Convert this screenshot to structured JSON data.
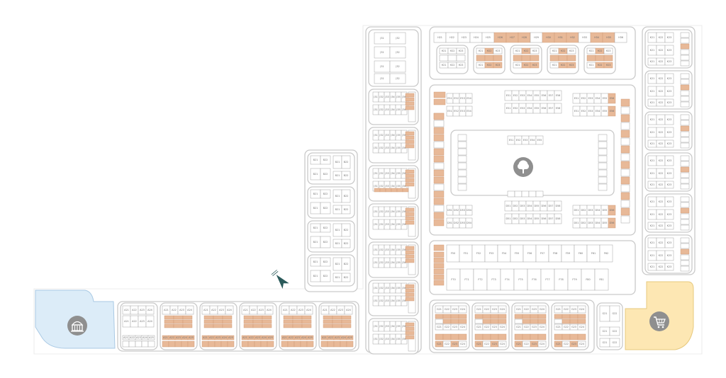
{
  "map": {
    "background": "#ffffff",
    "colors": {
      "block_outline": "#c9c9c9",
      "road_gap": "#f4f4f4",
      "lot_fill": "#ffffff",
      "lot_stroke": "#9a9a9a",
      "highlight_lot": "#e8b998",
      "park": "#d8ecd2",
      "clubhouse_zone": "#dcecf8",
      "commercial_zone": "#fde7b3",
      "icon_disc": "#8f8f8f",
      "compass": "#2a5a5a"
    },
    "icons": {
      "tree": "tree-icon",
      "clubhouse": "clubhouse-icon",
      "shopping": "shopping-cart-icon",
      "compass": "compass-arrow-icon"
    },
    "lot_labels": {
      "north_row": [
        "H21",
        "H22",
        "H23",
        "H24",
        "H25",
        "H26",
        "H27",
        "H28",
        "H29",
        "H30",
        "H31",
        "H32",
        "H33",
        "H34",
        "H35",
        "H36"
      ],
      "upper_left_row": [
        "J31",
        "J32",
        "J33",
        "J34",
        "J35",
        "J36",
        "J37",
        "J38",
        "J39",
        "J40"
      ],
      "west_row": [
        "B21",
        "B22",
        "B23",
        "B24",
        "B25",
        "B26",
        "B27",
        "B28"
      ],
      "south_row": [
        "A21",
        "A22",
        "A23",
        "A24",
        "A25",
        "A26",
        "A27",
        "A28",
        "A29",
        "A30",
        "A31",
        "A32",
        "A33",
        "A34",
        "A35",
        "A36"
      ],
      "north_plaza_row": [
        "E51",
        "E52",
        "E53",
        "E54",
        "E55",
        "E56",
        "E57",
        "E58"
      ],
      "south_plaza_row": [
        "D51",
        "D52",
        "D53",
        "D54",
        "D55",
        "D56",
        "D57",
        "D58"
      ],
      "middle_band_top": [
        "F50",
        "F51",
        "F52",
        "F53",
        "F54",
        "F55",
        "F56",
        "F57",
        "F58",
        "F59",
        "F60",
        "F61",
        "F62"
      ],
      "middle_band_bottom": [
        "F70",
        "F71",
        "F72",
        "F73",
        "F74",
        "F75",
        "F76",
        "F77",
        "F78",
        "F79",
        "F80",
        "F81"
      ],
      "east_column": [
        "K21",
        "K22",
        "K23",
        "K24",
        "K25",
        "K26",
        "K27",
        "K28",
        "K29",
        "K30",
        "K31",
        "K32",
        "K33",
        "K34",
        "K35",
        "K36"
      ],
      "southeast_rows": [
        "G21",
        "G22",
        "G23",
        "G24",
        "G25",
        "G26",
        "G27",
        "G28",
        "G29",
        "G30",
        "G31",
        "G32",
        "G33",
        "G34",
        "G35",
        "G36"
      ]
    }
  }
}
